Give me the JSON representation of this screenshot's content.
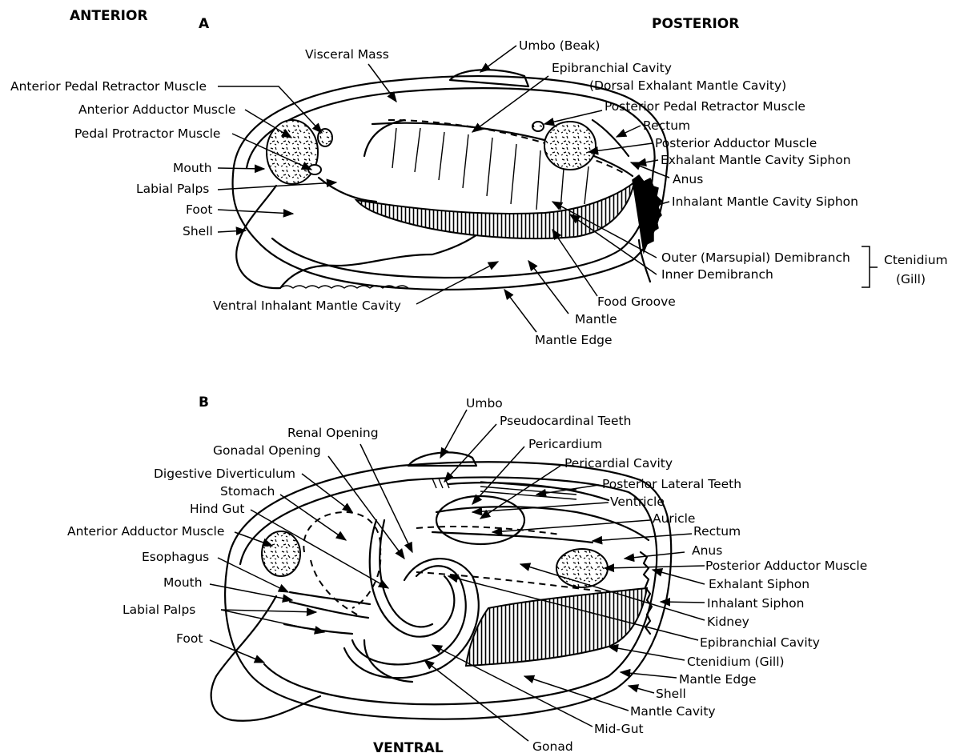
{
  "headings": {
    "anterior": "ANTERIOR",
    "posterior": "POSTERIOR",
    "ventral": "VENTRAL",
    "panel_a": "A",
    "panel_b": "B"
  },
  "panel_a_labels": {
    "umbo_beak": "Umbo (Beak)",
    "visceral_mass": "Visceral Mass",
    "epibranchial_cavity": "Epibranchial Cavity",
    "dorsal_exhalant": "(Dorsal Exhalant Mantle Cavity)",
    "anterior_pedal_retractor": "Anterior Pedal Retractor Muscle",
    "anterior_adductor": "Anterior Adductor Muscle",
    "pedal_protractor": "Pedal Protractor Muscle",
    "mouth": "Mouth",
    "labial_palps": "Labial Palps",
    "foot": "Foot",
    "shell": "Shell",
    "posterior_pedal_retractor": "Posterior Pedal Retractor Muscle",
    "rectum": "Rectum",
    "posterior_adductor": "Posterior Adductor Muscle",
    "exhalant_siphon": "Exhalant Mantle Cavity Siphon",
    "anus": "Anus",
    "inhalant_siphon": "Inhalant Mantle Cavity Siphon",
    "outer_demibranch": "Outer (Marsupial) Demibranch",
    "inner_demibranch": "Inner Demibranch",
    "ctenidium": "Ctenidium",
    "gill": "(Gill)",
    "food_groove": "Food Groove",
    "mantle": "Mantle",
    "mantle_edge": "Mantle Edge",
    "ventral_inhalant": "Ventral Inhalant Mantle Cavity"
  },
  "panel_b_labels": {
    "umbo": "Umbo",
    "pseudocardinal_teeth": "Pseudocardinal Teeth",
    "renal_opening": "Renal Opening",
    "gonadal_opening": "Gonadal Opening",
    "pericardium": "Pericardium",
    "pericardial_cavity": "Pericardial Cavity",
    "digestive_diverticulum": "Digestive Diverticulum",
    "posterior_lateral_teeth": "Posterior Lateral Teeth",
    "stomach": "Stomach",
    "ventricle": "Ventricle",
    "hind_gut": "Hind Gut",
    "auricle": "Auricle",
    "anterior_adductor": "Anterior Adductor Muscle",
    "rectum": "Rectum",
    "anus": "Anus",
    "esophagus": "Esophagus",
    "posterior_adductor": "Posterior Adductor Muscle",
    "mouth": "Mouth",
    "exhalant_siphon": "Exhalant Siphon",
    "inhalant_siphon": "Inhalant Siphon",
    "labial_palps": "Labial Palps",
    "kidney": "Kidney",
    "foot": "Foot",
    "epibranchial_cavity": "Epibranchial Cavity",
    "ctenidium_gill": "Ctenidium (Gill)",
    "mantle_edge": "Mantle Edge",
    "shell": "Shell",
    "mantle_cavity": "Mantle Cavity",
    "mid_gut": "Mid-Gut",
    "gonad": "Gonad"
  }
}
